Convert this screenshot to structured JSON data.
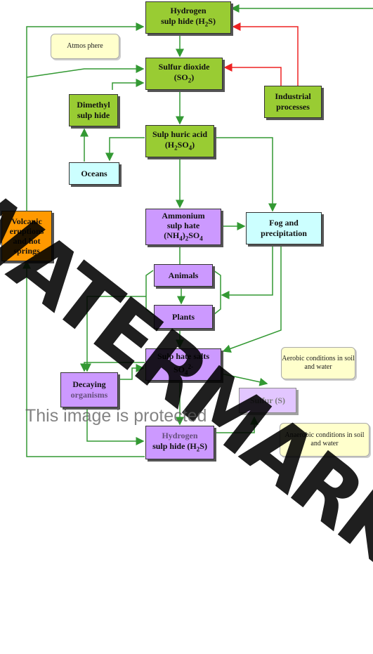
{
  "nodes": {
    "h2s_top": {
      "line1": "Hydrogen",
      "line2": "sulp hide (H",
      "sub": "2",
      "line2_end": "S)"
    },
    "so2": {
      "line1": "Sulfur dioxide",
      "line2": "(SO",
      "sub": "2",
      "line2_end": ")"
    },
    "dms": {
      "line1": "Dimethyl",
      "line2": "sulp hide"
    },
    "industrial": {
      "line1": "Industrial",
      "line2": "processes"
    },
    "h2so4": {
      "line1": "Sulp huric acid",
      "line2": "(H",
      "sub1": "2",
      "mid": "SO",
      "sub2": "4",
      "line2_end": ")"
    },
    "oceans": {
      "label": "Oceans"
    },
    "volcanic": {
      "line1": "Volcanic",
      "line2": "eruptions",
      "line3": "and hot",
      "line4": "springs"
    },
    "ammonium": {
      "line1": "Ammonium",
      "line2": "sulp hate",
      "line3": "(NH",
      "sub1": "4",
      "mid": ")",
      "sub2": "2",
      "line3_end": "SO",
      "sub3": "4"
    },
    "fog": {
      "line1": "Fog and",
      "line2": "precipitation"
    },
    "animals": {
      "label": "Animals"
    },
    "plants": {
      "label": "Plants"
    },
    "sulphate": {
      "line1": "Sulp hate salts",
      "line2": "SO",
      "sub": "4",
      "sup": "2-"
    },
    "decaying": {
      "line1": "Decaying",
      "line2": "organisms"
    },
    "sulfur": {
      "label": "Sulfur (S)"
    },
    "h2s_bottom": {
      "line1": "Hydrogen",
      "line2": "sulp hide (H",
      "sub": "2",
      "line2_end": "S)"
    }
  },
  "notes": {
    "atmosphere": "Atmos phere",
    "aerobic": "Aerobic conditions in soil and water",
    "anaerobic": "Anaerobic conditions in soil and water"
  },
  "watermark": "WATERMARKED",
  "protected_text": "This image is protected",
  "colors": {
    "green": "#99cc33",
    "purple": "#cc99ff",
    "cyan": "#ccffff",
    "orange": "#ff9900",
    "note": "#ffffcc",
    "arrow_green": "#339933",
    "arrow_red": "#ee2222"
  }
}
